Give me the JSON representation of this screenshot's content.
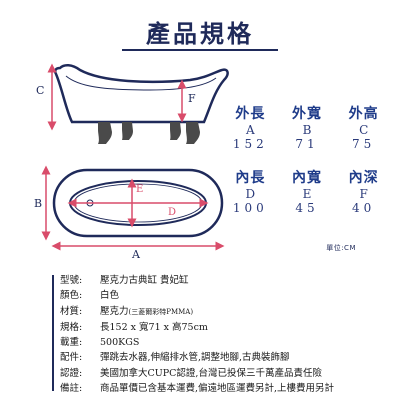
{
  "title": "產品規格",
  "diagram": {
    "side_labels": {
      "c": "C",
      "f": "F"
    },
    "top_labels": {
      "a": "A",
      "b": "B",
      "d": "D",
      "e": "E"
    },
    "colors": {
      "outline": "#1f2a5a",
      "arrow": "#d94c6a",
      "feet": "#4a4a4a"
    }
  },
  "dimensions_top": {
    "headers": [
      "外長",
      "外寬",
      "外高"
    ],
    "letters": [
      "A",
      "B",
      "C"
    ],
    "values": [
      "152",
      "71",
      "75"
    ]
  },
  "dimensions_bottom": {
    "headers": [
      "內長",
      "內寬",
      "內深"
    ],
    "letters": [
      "D",
      "E",
      "F"
    ],
    "values": [
      "100",
      "45",
      "40"
    ]
  },
  "unit": "單位:CM",
  "specs": [
    {
      "label": "型號",
      "value": "壓克力古典缸 貴妃缸"
    },
    {
      "label": "顏色",
      "value": "白色"
    },
    {
      "label": "材質",
      "value": "壓克力",
      "note": "(三菱爾彩特PMMA)"
    },
    {
      "label": "規格",
      "value": "長152 x 寬71 x 高75cm"
    },
    {
      "label": "載重",
      "value": "500KGS"
    },
    {
      "label": "配件",
      "value": "彈跳去水器,伸縮排水管,調整地腳,古典裝飾腳"
    },
    {
      "label": "認證",
      "value": "美國加拿大CUPC認證,台灣已投保三千萬產品責任險"
    },
    {
      "label": "備註",
      "value": "商品單價已含基本運費,偏遠地區運費另計,上樓費用另計"
    }
  ]
}
